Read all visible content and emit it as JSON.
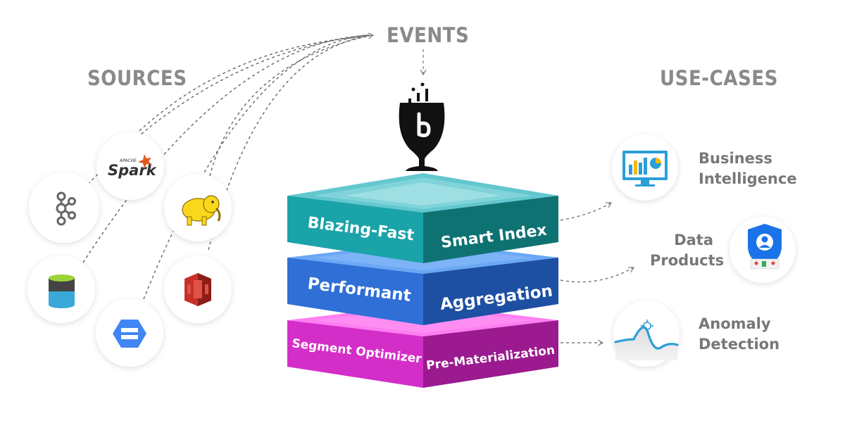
{
  "headings": {
    "sources": "SOURCES",
    "events": "EVENTS",
    "use_cases": "USE-CASES"
  },
  "sources": [
    {
      "name": "apache-kafka",
      "icon": "kafka-icon"
    },
    {
      "name": "apache-spark",
      "icon": "spark-icon",
      "label_small": "APACHE",
      "label": "Spark"
    },
    {
      "name": "hadoop",
      "icon": "hadoop-elephant-icon"
    },
    {
      "name": "data-lake-storage",
      "icon": "database-cylinder-icon"
    },
    {
      "name": "google-cloud-storage",
      "icon": "google-cloud-storage-icon"
    },
    {
      "name": "amazon-s3",
      "icon": "amazon-s3-icon"
    }
  ],
  "layers": [
    {
      "left": "Blazing-Fast",
      "right": "Smart Index",
      "colors": {
        "top": "#63c7cf",
        "front_left": "#1aa3a8",
        "front_right": "#0f7272"
      }
    },
    {
      "left": "Performant",
      "right": "Aggregation",
      "colors": {
        "top": "#6aa8f5",
        "front_left": "#2f6fd6",
        "front_right": "#1d4fa3"
      }
    },
    {
      "left": "Segment Optimizer",
      "right": "Pre-Materialization",
      "colors": {
        "top": "#ff7ef2",
        "front_left": "#d42ec9",
        "front_right": "#9b1a8f"
      }
    }
  ],
  "use_cases": [
    {
      "name": "business-intelligence",
      "icon": "bar-chart-monitor-icon",
      "lines": [
        "Business",
        "Intelligence"
      ]
    },
    {
      "name": "data-products",
      "icon": "user-shield-icon",
      "lines": [
        "Data",
        "Products"
      ]
    },
    {
      "name": "anomaly-detection",
      "icon": "anomaly-target-icon",
      "lines": [
        "Anomaly",
        "Detection"
      ]
    }
  ],
  "logo": {
    "icon": "apache-pinot-wine-glass-logo"
  }
}
